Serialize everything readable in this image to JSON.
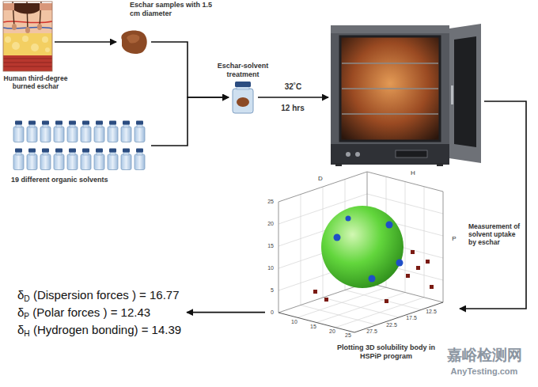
{
  "diagram": {
    "nodes": [
      {
        "text": [
          "Human third-degree burned eschar"
        ]
      },
      {
        "text": [
          "Eschar samples with 1.5 cm diameter"
        ]
      },
      {
        "text": [
          "19 different organic solvents"
        ]
      },
      {
        "text": [
          "Eschar-solvent treatment"
        ]
      },
      {
        "text": []
      },
      {
        "text": [
          "Plotting 3D solubility body in HSPiP program"
        ]
      },
      {
        "text": [
          "δD (Dispersion forces ) = 16.77",
          "δP (Polar forces ) = 12.43",
          "δH (Hydrogen bonding) = 14.39"
        ]
      }
    ],
    "edges": [
      {
        "from": 0,
        "to": 1,
        "arrow": "to"
      },
      {
        "from": 1,
        "to": 3,
        "arrow": "to"
      },
      {
        "from": 2,
        "to": 3,
        "arrow": "to"
      },
      {
        "from": 3,
        "to": 4,
        "arrow": "to",
        "label": "32˚C"
      },
      {
        "from": 4,
        "to": 5,
        "arrow": "to",
        "label": "Measurement of solvent uptake by eschar"
      },
      {
        "from": 5,
        "to": 6,
        "arrow": "to"
      }
    ],
    "labels": [
      "12 hrs",
      "25",
      "20",
      "15",
      "10",
      "5",
      "0",
      "10",
      "15",
      "20",
      "25",
      "27.5",
      "22.5",
      "17.5",
      "12.5",
      "D",
      "H",
      "P",
      "嘉峪检测网",
      "AnyTesting.com"
    ]
  }
}
